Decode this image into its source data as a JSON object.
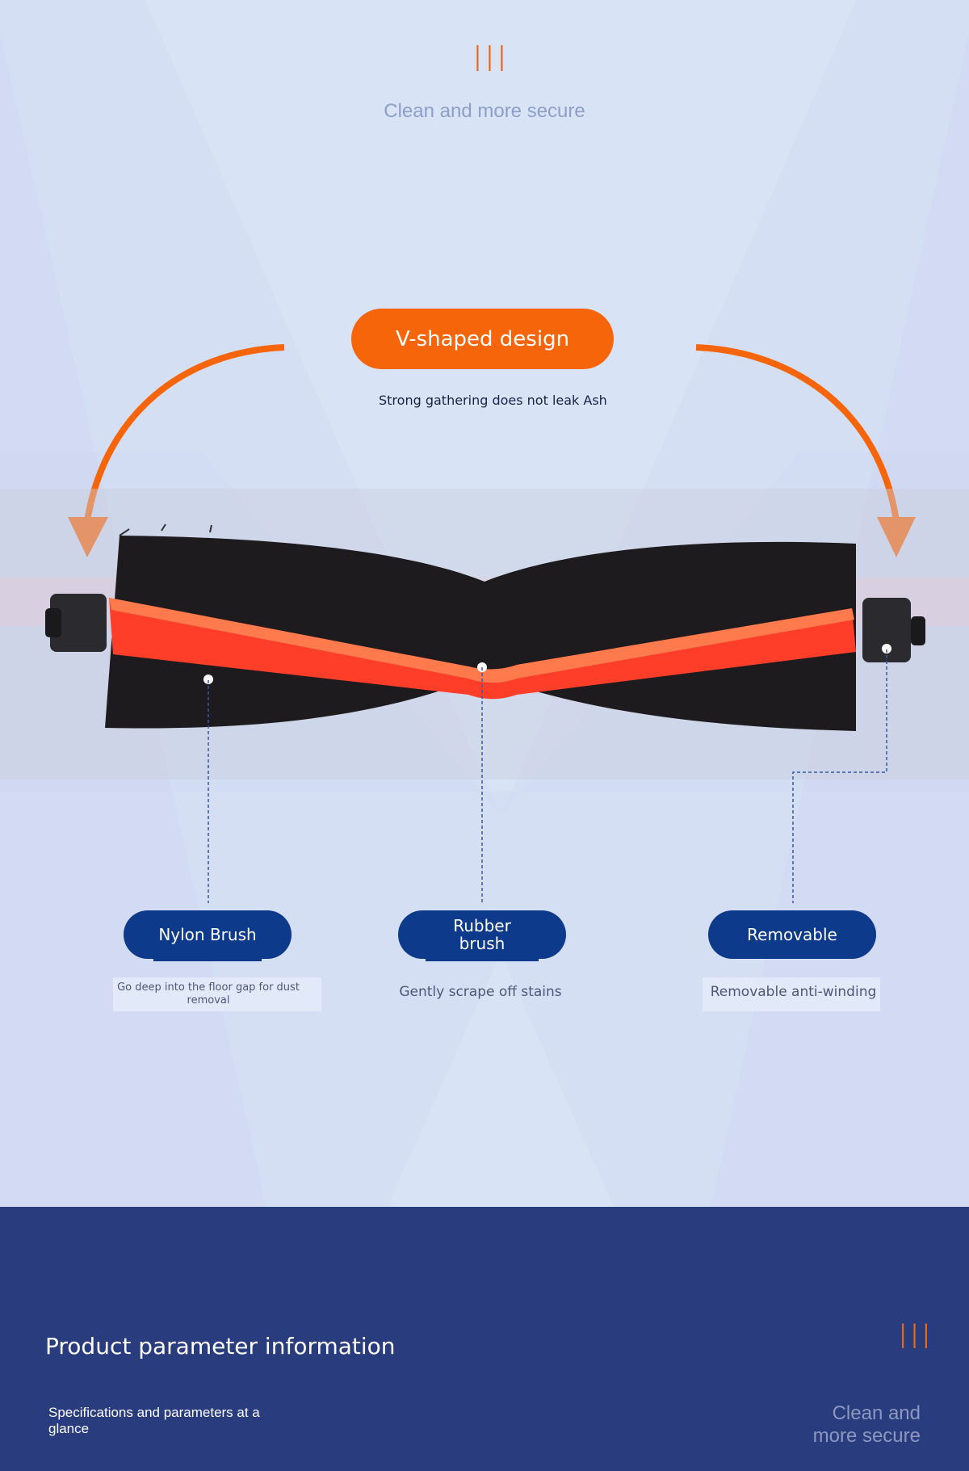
{
  "header": {
    "emblem": "III",
    "tagline": "Clean and more secure"
  },
  "feature": {
    "title": "V-shaped design",
    "subtitle": "Strong gathering does not leak Ash"
  },
  "callouts": [
    {
      "label": "Nylon Brush",
      "description": "Go deep into the floor gap for dust removal"
    },
    {
      "label": "Rubber brush",
      "description": "Gently scrape off stains"
    },
    {
      "label": "Removable",
      "description": "Removable anti-winding"
    }
  ],
  "footer": {
    "title": "Product parameter information",
    "subtitle": "Specifications and parameters at a glance",
    "emblem": "III",
    "tagline": "Clean and more secure"
  },
  "colors": {
    "accent_orange": "#f7650a",
    "pill_blue": "#0e3a8b",
    "footer_bg": "#283c7e",
    "page_bg": "#d8e4f6"
  }
}
